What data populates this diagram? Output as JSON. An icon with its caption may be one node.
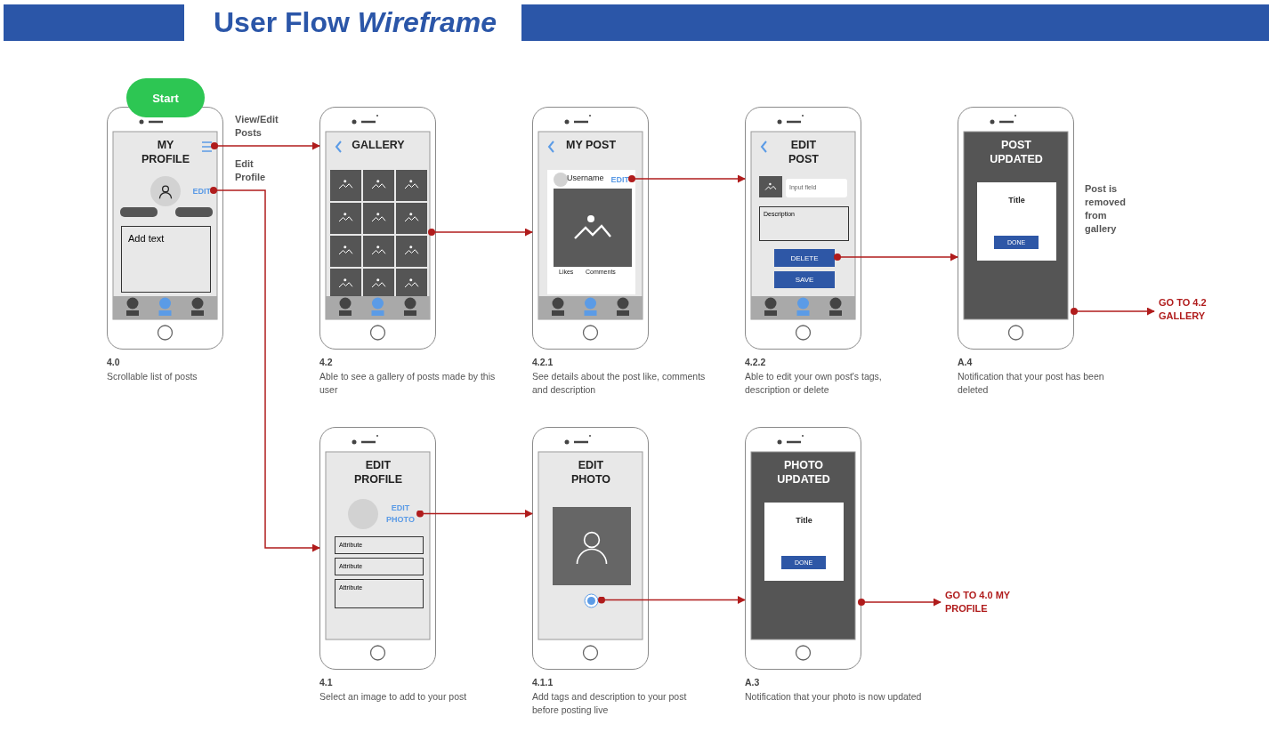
{
  "diagram": {
    "title": "User Flow *Wireframe*",
    "nodes": [
      {
        "text": [
          "Start"
        ]
      },
      {
        "text": [
          "MY PROFILE"
        ],
        "beside": [
          "4.0",
          "Scrollable list of posts"
        ]
      },
      {
        "text": [],
        "shape": "menu",
        "in": 1
      },
      {
        "text": [
          "EDIT"
        ],
        "in": 1
      },
      {
        "text": [
          "Add text"
        ],
        "in": 1
      },
      {
        "text": [
          "GALLERY"
        ],
        "beside": [
          "4.2",
          "Able to see a gallery of posts made by this user"
        ]
      },
      {
        "text": [],
        "shape": "grid",
        "in": 5
      },
      {
        "text": [
          "MY POST"
        ],
        "beside": [
          "4.2.1",
          "See details about the post like, comments and description"
        ]
      },
      {
        "text": [
          "EDIT"
        ],
        "in": 7
      },
      {
        "text": [
          "EDIT POST"
        ],
        "beside": [
          "4.2.2",
          "Able to edit your own post's tags, description or delete"
        ]
      },
      {
        "text": [
          "Input field"
        ],
        "in": 9
      },
      {
        "text": [
          "Description"
        ],
        "in": 9
      },
      {
        "text": [
          "DELETE"
        ],
        "in": 9
      },
      {
        "text": [
          "SAVE"
        ],
        "in": 9
      },
      {
        "text": [
          "POST UPDATED"
        ],
        "beside": [
          "Post is removed from gallery",
          "A.4",
          "Notification that your post has been deleted"
        ]
      },
      {
        "text": [
          "Title"
        ],
        "in": 14
      },
      {
        "text": [
          "DONE"
        ],
        "in": 15
      },
      {
        "text": [
          "GO TO 4.2 GALLERY"
        ]
      },
      {
        "text": [
          "EDIT PROFILE"
        ],
        "beside": [
          "4.1",
          "Select an image to add to your post"
        ]
      },
      {
        "text": [
          "EDIT PHOTO"
        ],
        "in": 18
      },
      {
        "text": [
          "Attribute"
        ],
        "in": 18
      },
      {
        "text": [
          "Attribute"
        ],
        "in": 18
      },
      {
        "text": [
          "Attribute"
        ],
        "in": 18
      },
      {
        "text": [
          "EDIT PHOTO"
        ],
        "beside": [
          "4.1.1",
          "Add tags and description to your post before posting live"
        ]
      },
      {
        "text": [],
        "shape": "circle",
        "in": 23
      },
      {
        "text": [
          "PHOTO UPDATED"
        ],
        "beside": [
          "A.3",
          "Notification that your photo is now updated"
        ]
      },
      {
        "text": [
          "Title"
        ],
        "in": 25
      },
      {
        "text": [
          "DONE"
        ],
        "in": 26
      },
      {
        "text": [
          "GO TO 4.0 MY PROFILE"
        ]
      }
    ],
    "edges": [
      {
        "from": 2,
        "to": 5,
        "arrow": "to",
        "label": "View/Edit Posts"
      },
      {
        "from": 3,
        "to": 18,
        "arrow": "to",
        "label": "Edit Profile"
      },
      {
        "from": 6,
        "to": 7,
        "arrow": "to"
      },
      {
        "from": 8,
        "to": 9,
        "arrow": "to"
      },
      {
        "from": 12,
        "to": 14,
        "arrow": "to"
      },
      {
        "from": 14,
        "to": 17,
        "arrow": "to"
      },
      {
        "from": 19,
        "to": 23,
        "arrow": "to"
      },
      {
        "from": 24,
        "to": 25,
        "arrow": "to"
      },
      {
        "from": 25,
        "to": 28,
        "arrow": "to"
      }
    ],
    "labels": [
      "Username",
      "Likes",
      "Comments"
    ]
  }
}
